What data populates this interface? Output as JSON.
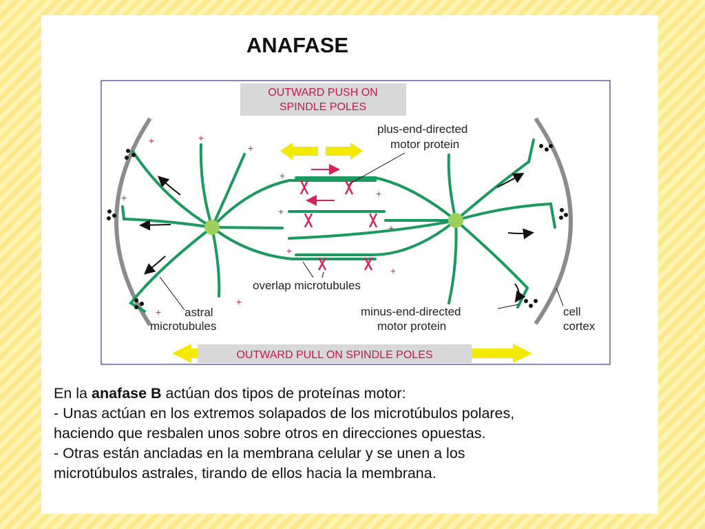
{
  "title": "ANAFASE",
  "figure": {
    "top_banner_line1": "OUTWARD PUSH ON",
    "top_banner_line2": "SPINDLE POLES",
    "bottom_banner": "OUTWARD PULL ON SPINDLE POLES",
    "label_plus_motor_line1": "plus-end-directed",
    "label_plus_motor_line2": "motor protein",
    "label_overlap": "overlap microtubules",
    "label_astral_line1": "astral",
    "label_astral_line2": "microtubules",
    "label_minus_motor_line1": "minus-end-directed",
    "label_minus_motor_line2": "motor protein",
    "label_cortex_line1": "cell",
    "label_cortex_line2": "cortex",
    "plus_sign": "+",
    "colors": {
      "microtubule": "#1a9a5e",
      "pole": "#9ecf5a",
      "motor": "#d4245a",
      "arrow_yellow": "#f4ea00",
      "cortex": "#8c8c8c",
      "frame": "#3a3a8c",
      "banner_bg": "#d8d8d8",
      "banner_text": "#c4174f"
    }
  },
  "body": {
    "line1_pre": "En la ",
    "line1_bold": "anafase B",
    "line1_post": " actúan dos tipos de proteínas motor:",
    "line2": "- Unas actúan en los extremos solapados de los microtúbulos polares,",
    "line3": "haciendo que resbalen unos sobre otros en direcciones opuestas.",
    "line4": "- Otras están ancladas en la membrana celular y se unen a los",
    "line5": "microtúbulos astrales, tirando de ellos hacia la membrana."
  }
}
